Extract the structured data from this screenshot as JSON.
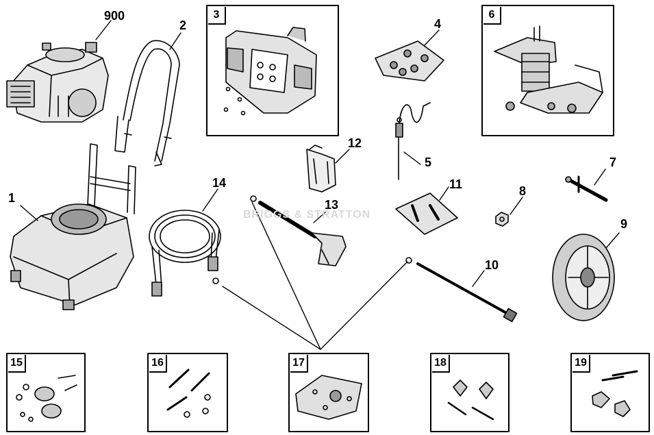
{
  "callouts": {
    "engine": "900",
    "frame": "1",
    "handle": "2",
    "panel": "3",
    "screws": "4",
    "dipstick": "5",
    "pump": "6",
    "axle": "7",
    "nut": "8",
    "wheel": "9",
    "lance": "10",
    "bag": "11",
    "holder": "12",
    "gun": "13",
    "hose": "14",
    "kit15": "15",
    "kit16": "16",
    "kit17": "17",
    "kit18": "18",
    "kit19": "19"
  },
  "watermark": "BRIGGS & STRATTON"
}
